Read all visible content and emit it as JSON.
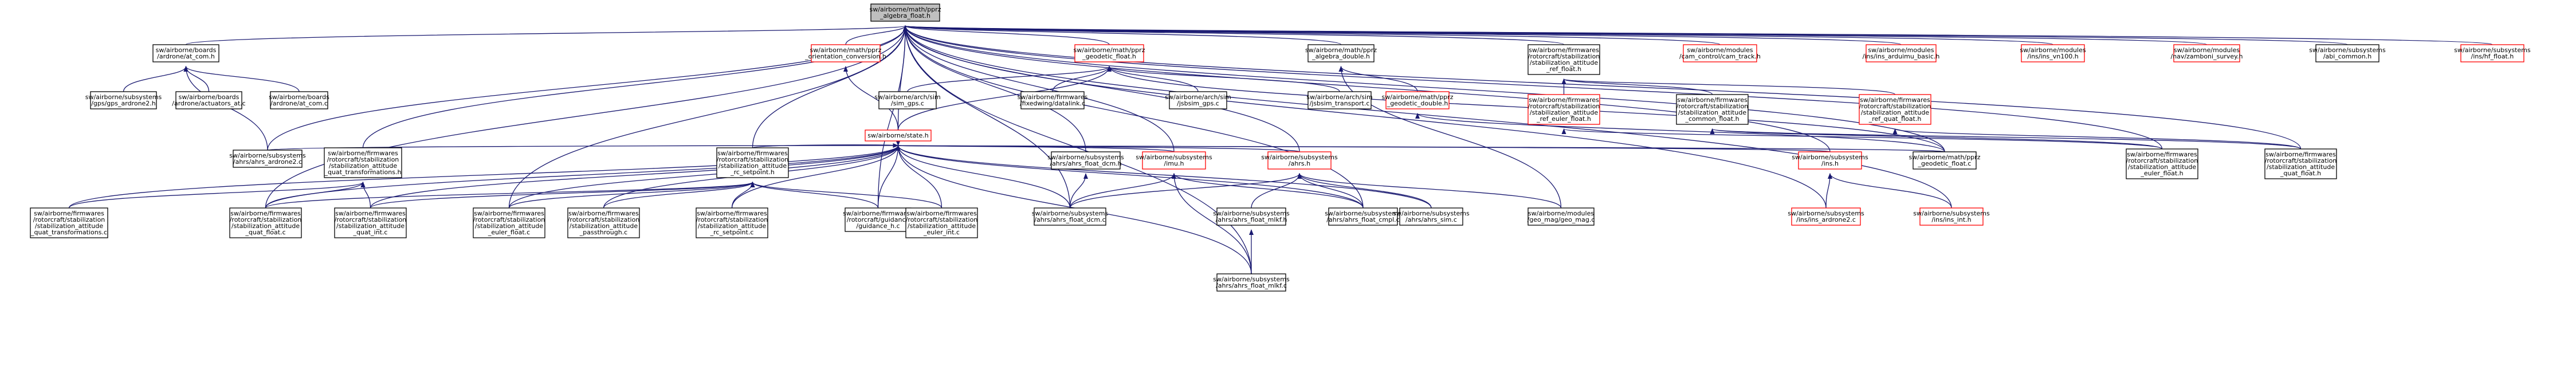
{
  "colors": {
    "edge": "#191970",
    "root_fill": "#bfbfbf",
    "node_fill": "#ffffff",
    "border_normal": "#000000",
    "border_red": "#ff0000"
  },
  "nodes": [
    {
      "id": "root",
      "lines": [
        "sw/airborne/math/pprz",
        "_algebra_float.h"
      ],
      "style": "root"
    },
    {
      "id": "ardrone_com",
      "lines": [
        "sw/airborne/boards",
        "/ardrone/at_com.h"
      ],
      "style": "normal"
    },
    {
      "id": "orient_conv",
      "lines": [
        "sw/airborne/math/pprz",
        "_orientation_conversion.h"
      ],
      "style": "red"
    },
    {
      "id": "geodetic_float_h",
      "lines": [
        "sw/airborne/math/pprz",
        "_geodetic_float.h"
      ],
      "style": "red"
    },
    {
      "id": "algebra_double",
      "lines": [
        "sw/airborne/math/pprz",
        "_algebra_double.h"
      ],
      "style": "normal"
    },
    {
      "id": "attitude_ref_float",
      "lines": [
        "sw/airborne/firmwares",
        "/rotorcraft/stabilization",
        "/stabilization_attitude",
        "_ref_float.h"
      ],
      "style": "normal"
    },
    {
      "id": "cam_track",
      "lines": [
        "sw/airborne/modules",
        "/cam_control/cam_track.h"
      ],
      "style": "red"
    },
    {
      "id": "ins_ardrone_basic",
      "lines": [
        "sw/airborne/modules",
        "/ins/ins_arduimu_basic.h"
      ],
      "style": "red"
    },
    {
      "id": "ins_vn100",
      "lines": [
        "sw/airborne/modules",
        "/ins/ins_vn100.h"
      ],
      "style": "red"
    },
    {
      "id": "zamboni",
      "lines": [
        "sw/airborne/modules",
        "/nav/zamboni_survey.h"
      ],
      "style": "red"
    },
    {
      "id": "abi_common",
      "lines": [
        "sw/airborne/subsystems",
        "/abi_common.h"
      ],
      "style": "normal"
    },
    {
      "id": "hf_float",
      "lines": [
        "sw/airborne/subsystems",
        "/ins/hf_float.h"
      ],
      "style": "red"
    },
    {
      "id": "gps_ardrone2",
      "lines": [
        "sw/airborne/subsystems",
        "/gps/gps_ardrone2.h"
      ],
      "style": "normal"
    },
    {
      "id": "actuators_at",
      "lines": [
        "sw/airborne/boards",
        "/ardrone/actuators_at.c"
      ],
      "style": "normal"
    },
    {
      "id": "at_com_c",
      "lines": [
        "sw/airborne/boards",
        "/ardrone/at_com.c"
      ],
      "style": "normal"
    },
    {
      "id": "sim_gps",
      "lines": [
        "sw/airborne/arch/sim",
        "/sim_gps.c"
      ],
      "style": "normal"
    },
    {
      "id": "datalink",
      "lines": [
        "sw/airborne/firmwares",
        "/fixedwing/datalink.c"
      ],
      "style": "normal"
    },
    {
      "id": "jsbsim_gps",
      "lines": [
        "sw/airborne/arch/sim",
        "/jsbsim_gps.c"
      ],
      "style": "normal"
    },
    {
      "id": "jsbsim_transport",
      "lines": [
        "sw/airborne/arch/sim",
        "/jsbsim_transport.c"
      ],
      "style": "normal"
    },
    {
      "id": "geodetic_double",
      "lines": [
        "sw/airborne/math/pprz",
        "_geodetic_double.h"
      ],
      "style": "red"
    },
    {
      "id": "ref_euler_float",
      "lines": [
        "sw/airborne/firmwares",
        "/rotorcraft/stabilization",
        "/stabilization_attitude",
        "_ref_euler_float.h"
      ],
      "style": "red"
    },
    {
      "id": "common_float",
      "lines": [
        "sw/airborne/firmwares",
        "/rotorcraft/stabilization",
        "/stabilization_attitude",
        "_common_float.h"
      ],
      "style": "normal"
    },
    {
      "id": "ref_quat_float",
      "lines": [
        "sw/airborne/firmwares",
        "/rotorcraft/stabilization",
        "/stabilization_attitude",
        "_ref_quat_float.h"
      ],
      "style": "red"
    },
    {
      "id": "state_h",
      "lines": [
        "sw/airborne/state.h"
      ],
      "style": "red"
    },
    {
      "id": "ahrs_ardrone2",
      "lines": [
        "sw/airborne/subsystems",
        "/ahrs/ahrs_ardrone2.c"
      ],
      "style": "normal"
    },
    {
      "id": "quat_transformations_h",
      "lines": [
        "sw/airborne/firmwares",
        "/rotorcraft/stabilization",
        "/stabilization_attitude",
        "_quat_transformations.h"
      ],
      "style": "normal"
    },
    {
      "id": "rc_setpoint_h",
      "lines": [
        "sw/airborne/firmwares",
        "/rotorcraft/stabilization",
        "/stabilization_attitude",
        "_rc_setpoint.h"
      ],
      "style": "normal"
    },
    {
      "id": "ahrs_float_dcm_h",
      "lines": [
        "sw/airborne/subsystems",
        "/ahrs/ahrs_float_dcm.h"
      ],
      "style": "normal"
    },
    {
      "id": "imu_h",
      "lines": [
        "sw/airborne/subsystems",
        "/imu.h"
      ],
      "style": "red"
    },
    {
      "id": "ahrs_h",
      "lines": [
        "sw/airborne/subsystems",
        "/ahrs.h"
      ],
      "style": "red"
    },
    {
      "id": "ins_h",
      "lines": [
        "sw/airborne/subsystems",
        "/ins.h"
      ],
      "style": "red"
    },
    {
      "id": "geodetic_float_c",
      "lines": [
        "sw/airborne/math/pprz",
        "_geodetic_float.c"
      ],
      "style": "normal"
    },
    {
      "id": "attitude_euler_float",
      "lines": [
        "sw/airborne/firmwares",
        "/rotorcraft/stabilization",
        "/stabilization_attitude",
        "_euler_float.h"
      ],
      "style": "normal"
    },
    {
      "id": "attitude_quat_float",
      "lines": [
        "sw/airborne/firmwares",
        "/rotorcraft/stabilization",
        "/stabilization_attitude",
        "_quat_float.h"
      ],
      "style": "normal"
    },
    {
      "id": "quat_transformations_c",
      "lines": [
        "sw/airborne/firmwares",
        "/rotorcraft/stabilization",
        "/stabilization_attitude",
        "_quat_transformations.c"
      ],
      "style": "normal"
    },
    {
      "id": "quat_float_c",
      "lines": [
        "sw/airborne/firmwares",
        "/rotorcraft/stabilization",
        "/stabilization_attitude",
        "_quat_float.c"
      ],
      "style": "normal"
    },
    {
      "id": "quat_int_c",
      "lines": [
        "sw/airborne/firmwares",
        "/rotorcraft/stabilization",
        "/stabilization_attitude",
        "_quat_int.c"
      ],
      "style": "normal"
    },
    {
      "id": "euler_float_c",
      "lines": [
        "sw/airborne/firmwares",
        "/rotorcraft/stabilization",
        "/stabilization_attitude",
        "_euler_float.c"
      ],
      "style": "normal"
    },
    {
      "id": "passthrough_c",
      "lines": [
        "sw/airborne/firmwares",
        "/rotorcraft/stabilization",
        "/stabilization_attitude",
        "_passthrough.c"
      ],
      "style": "normal"
    },
    {
      "id": "rc_setpoint_c",
      "lines": [
        "sw/airborne/firmwares",
        "/rotorcraft/stabilization",
        "/stabilization_attitude",
        "_rc_setpoint.c"
      ],
      "style": "normal"
    },
    {
      "id": "guidance_h_c",
      "lines": [
        "sw/airborne/firmwares",
        "/rotorcraft/guidance",
        "/guidance_h.c"
      ],
      "style": "normal"
    },
    {
      "id": "euler_int_c",
      "lines": [
        "sw/airborne/firmwares",
        "/rotorcraft/stabilization",
        "/stabilization_attitude",
        "_euler_int.c"
      ],
      "style": "normal"
    },
    {
      "id": "ahrs_float_dcm_c",
      "lines": [
        "sw/airborne/subsystems",
        "/ahrs/ahrs_float_dcm.c"
      ],
      "style": "normal"
    },
    {
      "id": "ahrs_float_mlkf_h",
      "lines": [
        "sw/airborne/subsystems",
        "/ahrs/ahrs_float_mlkf.h"
      ],
      "style": "normal"
    },
    {
      "id": "ahrs_float_cmpl_c",
      "lines": [
        "sw/airborne/subsystems",
        "/ahrs/ahrs_float_cmpl.c"
      ],
      "style": "normal"
    },
    {
      "id": "ahrs_sim_c",
      "lines": [
        "sw/airborne/subsystems",
        "/ahrs/ahrs_sim.c"
      ],
      "style": "normal"
    },
    {
      "id": "geo_mag_c",
      "lines": [
        "sw/airborne/modules",
        "/geo_mag/geo_mag.c"
      ],
      "style": "normal"
    },
    {
      "id": "ins_ardrone2_c",
      "lines": [
        "sw/airborne/subsystems",
        "/ins/ins_ardrone2.c"
      ],
      "style": "red"
    },
    {
      "id": "ins_int_h",
      "lines": [
        "sw/airborne/subsystems",
        "/ins/ins_int.h"
      ],
      "style": "red"
    },
    {
      "id": "ahrs_float_mlkf_c",
      "lines": [
        "sw/airborne/subsystems",
        "/ahrs/ahrs_float_mlkf.c"
      ],
      "style": "normal"
    }
  ],
  "edges": [
    [
      "ardrone_com",
      "root"
    ],
    [
      "orient_conv",
      "root"
    ],
    [
      "geodetic_float_h",
      "root"
    ],
    [
      "algebra_double",
      "root"
    ],
    [
      "attitude_ref_float",
      "root"
    ],
    [
      "cam_track",
      "root"
    ],
    [
      "ins_ardrone_basic",
      "root"
    ],
    [
      "ins_vn100",
      "root"
    ],
    [
      "zamboni",
      "root"
    ],
    [
      "abi_common",
      "root"
    ],
    [
      "hf_float",
      "root"
    ],
    [
      "state_h",
      "root"
    ],
    [
      "ahrs_ardrone2",
      "root"
    ],
    [
      "quat_transformations_h",
      "root"
    ],
    [
      "rc_setpoint_h",
      "root"
    ],
    [
      "ahrs_float_dcm_h",
      "root"
    ],
    [
      "imu_h",
      "root"
    ],
    [
      "ahrs_h",
      "root"
    ],
    [
      "ins_h",
      "root"
    ],
    [
      "geodetic_float_c",
      "root"
    ],
    [
      "attitude_euler_float",
      "root"
    ],
    [
      "attitude_quat_float",
      "root"
    ],
    [
      "quat_float_c",
      "root"
    ],
    [
      "euler_float_c",
      "root"
    ],
    [
      "ahrs_float_dcm_c",
      "root"
    ],
    [
      "ahrs_float_cmpl_c",
      "root"
    ],
    [
      "ins_ardrone2_c",
      "root"
    ],
    [
      "ins_int_h",
      "root"
    ],
    [
      "ahrs_float_mlkf_c",
      "root"
    ],
    [
      "guidance_h_c",
      "root"
    ],
    [
      "gps_ardrone2",
      "ardrone_com"
    ],
    [
      "actuators_at",
      "ardrone_com"
    ],
    [
      "at_com_c",
      "ardrone_com"
    ],
    [
      "ahrs_ardrone2",
      "ardrone_com"
    ],
    [
      "state_h",
      "orient_conv"
    ],
    [
      "state_h",
      "geodetic_float_h"
    ],
    [
      "sim_gps",
      "geodetic_float_h"
    ],
    [
      "datalink",
      "geodetic_float_h"
    ],
    [
      "jsbsim_gps",
      "geodetic_float_h"
    ],
    [
      "jsbsim_transport",
      "geodetic_float_h"
    ],
    [
      "geodetic_float_c",
      "geodetic_float_h"
    ],
    [
      "geodetic_double",
      "algebra_double"
    ],
    [
      "geo_mag_c",
      "algebra_double"
    ],
    [
      "geodetic_float_c",
      "geodetic_double"
    ],
    [
      "ref_euler_float",
      "attitude_ref_float"
    ],
    [
      "common_float",
      "attitude_ref_float"
    ],
    [
      "ref_quat_float",
      "attitude_ref_float"
    ],
    [
      "attitude_euler_float",
      "ref_euler_float"
    ],
    [
      "attitude_euler_float",
      "common_float"
    ],
    [
      "attitude_quat_float",
      "common_float"
    ],
    [
      "attitude_quat_float",
      "ref_quat_float"
    ],
    [
      "ahrs_ardrone2",
      "state_h"
    ],
    [
      "quat_transformations_c",
      "state_h"
    ],
    [
      "quat_float_c",
      "state_h"
    ],
    [
      "quat_int_c",
      "state_h"
    ],
    [
      "euler_float_c",
      "state_h"
    ],
    [
      "passthrough_c",
      "state_h"
    ],
    [
      "rc_setpoint_c",
      "state_h"
    ],
    [
      "guidance_h_c",
      "state_h"
    ],
    [
      "euler_int_c",
      "state_h"
    ],
    [
      "ahrs_float_dcm_c",
      "state_h"
    ],
    [
      "ahrs_float_cmpl_c",
      "state_h"
    ],
    [
      "ahrs_sim_c",
      "state_h"
    ],
    [
      "ins_h",
      "state_h"
    ],
    [
      "geodetic_float_c",
      "state_h"
    ],
    [
      "ahrs_float_mlkf_c",
      "state_h"
    ],
    [
      "ahrs_h",
      "state_h"
    ],
    [
      "imu_h",
      "state_h"
    ],
    [
      "rc_setpoint_h",
      "state_h"
    ],
    [
      "quat_transformations_c",
      "quat_transformations_h"
    ],
    [
      "quat_float_c",
      "quat_transformations_h"
    ],
    [
      "quat_int_c",
      "quat_transformations_h"
    ],
    [
      "quat_float_c",
      "rc_setpoint_h"
    ],
    [
      "quat_int_c",
      "rc_setpoint_h"
    ],
    [
      "euler_float_c",
      "rc_setpoint_h"
    ],
    [
      "passthrough_c",
      "rc_setpoint_h"
    ],
    [
      "rc_setpoint_c",
      "rc_setpoint_h"
    ],
    [
      "guidance_h_c",
      "rc_setpoint_h"
    ],
    [
      "euler_int_c",
      "rc_setpoint_h"
    ],
    [
      "ahrs_float_dcm_c",
      "ahrs_float_dcm_h"
    ],
    [
      "ahrs_float_dcm_c",
      "imu_h"
    ],
    [
      "ahrs_float_cmpl_c",
      "imu_h"
    ],
    [
      "ahrs_float_mlkf_c",
      "imu_h"
    ],
    [
      "ahrs_float_dcm_c",
      "ahrs_h"
    ],
    [
      "ahrs_float_mlkf_h",
      "ahrs_h"
    ],
    [
      "ahrs_float_cmpl_c",
      "ahrs_h"
    ],
    [
      "ahrs_sim_c",
      "ahrs_h"
    ],
    [
      "geo_mag_c",
      "ahrs_h"
    ],
    [
      "ins_ardrone2_c",
      "ins_h"
    ],
    [
      "ins_int_h",
      "ins_h"
    ],
    [
      "ahrs_float_mlkf_c",
      "ahrs_float_mlkf_h"
    ]
  ]
}
